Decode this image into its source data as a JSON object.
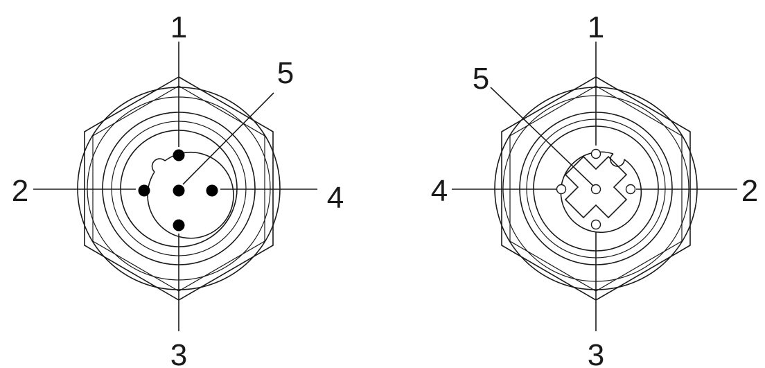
{
  "connectors": [
    {
      "id": "male",
      "pins": [
        {
          "label": "1"
        },
        {
          "label": "2"
        },
        {
          "label": "3"
        },
        {
          "label": "4"
        },
        {
          "label": "5"
        }
      ]
    },
    {
      "id": "female",
      "pins": [
        {
          "label": "1"
        },
        {
          "label": "2"
        },
        {
          "label": "3"
        },
        {
          "label": "4"
        },
        {
          "label": "5"
        }
      ]
    }
  ],
  "colors": {
    "line": "#1a1a1a",
    "background": "#ffffff"
  }
}
